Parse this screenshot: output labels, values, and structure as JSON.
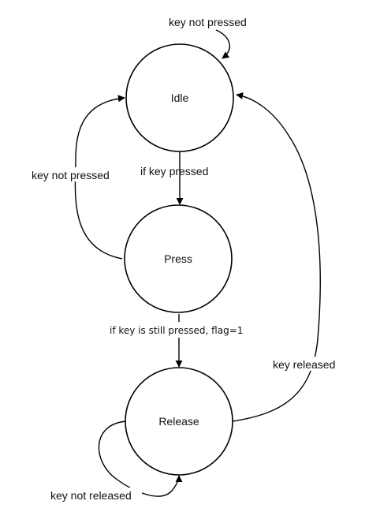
{
  "states": {
    "idle": "Idle",
    "press": "Press",
    "release": "Release"
  },
  "transitions": {
    "idle_self": "key not pressed",
    "idle_to_press": "if key pressed",
    "press_to_idle": "key not pressed",
    "press_to_release": "if key is still pressed, flag=1",
    "release_to_idle": "key released",
    "release_self": "key not released"
  },
  "colors": {
    "stroke": "#000000",
    "background": "#ffffff"
  }
}
